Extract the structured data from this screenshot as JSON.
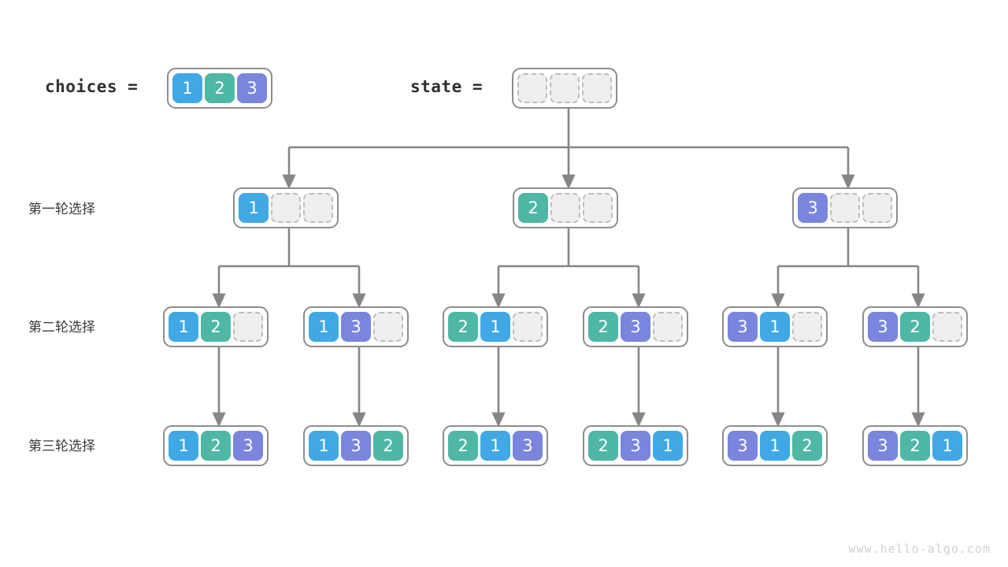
{
  "header": {
    "choices_label": "choices =",
    "state_label": "state =",
    "choices": [
      {
        "value": "1",
        "color_key": "v1"
      },
      {
        "value": "2",
        "color_key": "v2"
      },
      {
        "value": "3",
        "color_key": "v3"
      }
    ],
    "state": [
      {
        "value": "",
        "color_key": "empty"
      },
      {
        "value": "",
        "color_key": "empty"
      },
      {
        "value": "",
        "color_key": "empty"
      }
    ]
  },
  "row_labels": [
    "第一轮选择",
    "第二轮选择",
    "第三轮选择"
  ],
  "colors": {
    "v1": "#41a8e6",
    "v2": "#4fb7a6",
    "v3": "#7a85dd",
    "empty_fill": "#efefef",
    "empty_border": "#bdbdbd",
    "node_border": "#8d8d8d",
    "link": "#868686",
    "text": "#3a3a3a",
    "watermark": "#d2d2d2"
  },
  "level1": [
    {
      "cells": [
        {
          "value": "1",
          "color_key": "v1"
        },
        {
          "value": "",
          "color_key": "empty"
        },
        {
          "value": "",
          "color_key": "empty"
        }
      ]
    },
    {
      "cells": [
        {
          "value": "2",
          "color_key": "v2"
        },
        {
          "value": "",
          "color_key": "empty"
        },
        {
          "value": "",
          "color_key": "empty"
        }
      ]
    },
    {
      "cells": [
        {
          "value": "3",
          "color_key": "v3"
        },
        {
          "value": "",
          "color_key": "empty"
        },
        {
          "value": "",
          "color_key": "empty"
        }
      ]
    }
  ],
  "level2": [
    {
      "cells": [
        {
          "value": "1",
          "color_key": "v1"
        },
        {
          "value": "2",
          "color_key": "v2"
        },
        {
          "value": "",
          "color_key": "empty"
        }
      ]
    },
    {
      "cells": [
        {
          "value": "1",
          "color_key": "v1"
        },
        {
          "value": "3",
          "color_key": "v3"
        },
        {
          "value": "",
          "color_key": "empty"
        }
      ]
    },
    {
      "cells": [
        {
          "value": "2",
          "color_key": "v2"
        },
        {
          "value": "1",
          "color_key": "v1"
        },
        {
          "value": "",
          "color_key": "empty"
        }
      ]
    },
    {
      "cells": [
        {
          "value": "2",
          "color_key": "v2"
        },
        {
          "value": "3",
          "color_key": "v3"
        },
        {
          "value": "",
          "color_key": "empty"
        }
      ]
    },
    {
      "cells": [
        {
          "value": "3",
          "color_key": "v3"
        },
        {
          "value": "1",
          "color_key": "v1"
        },
        {
          "value": "",
          "color_key": "empty"
        }
      ]
    },
    {
      "cells": [
        {
          "value": "3",
          "color_key": "v3"
        },
        {
          "value": "2",
          "color_key": "v2"
        },
        {
          "value": "",
          "color_key": "empty"
        }
      ]
    }
  ],
  "level3": [
    {
      "cells": [
        {
          "value": "1",
          "color_key": "v1"
        },
        {
          "value": "2",
          "color_key": "v2"
        },
        {
          "value": "3",
          "color_key": "v3"
        }
      ]
    },
    {
      "cells": [
        {
          "value": "1",
          "color_key": "v1"
        },
        {
          "value": "3",
          "color_key": "v3"
        },
        {
          "value": "2",
          "color_key": "v2"
        }
      ]
    },
    {
      "cells": [
        {
          "value": "2",
          "color_key": "v2"
        },
        {
          "value": "1",
          "color_key": "v1"
        },
        {
          "value": "3",
          "color_key": "v3"
        }
      ]
    },
    {
      "cells": [
        {
          "value": "2",
          "color_key": "v2"
        },
        {
          "value": "3",
          "color_key": "v3"
        },
        {
          "value": "1",
          "color_key": "v1"
        }
      ]
    },
    {
      "cells": [
        {
          "value": "3",
          "color_key": "v3"
        },
        {
          "value": "1",
          "color_key": "v1"
        },
        {
          "value": "2",
          "color_key": "v2"
        }
      ]
    },
    {
      "cells": [
        {
          "value": "3",
          "color_key": "v3"
        },
        {
          "value": "2",
          "color_key": "v2"
        },
        {
          "value": "1",
          "color_key": "v1"
        }
      ]
    }
  ],
  "watermark": "www.hello-algo.com"
}
